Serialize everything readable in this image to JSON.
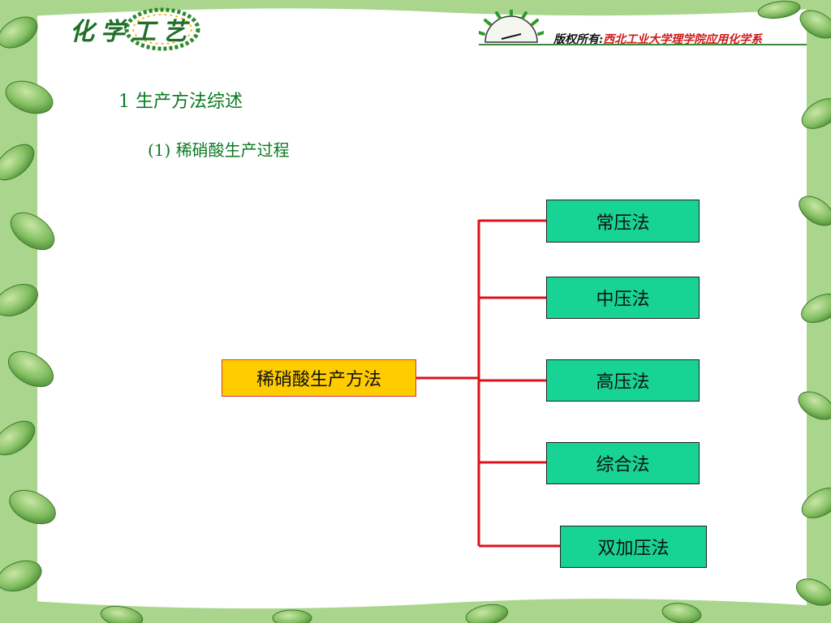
{
  "header": {
    "logo_text": "化学工艺",
    "copyright_prefix": "版权所有:",
    "copyright_institution": "西北工业大学理学院应用化学系"
  },
  "heading": "1  生产方法综述",
  "subheading": "(1)  稀硝酸生产过程",
  "diagram": {
    "root": "稀硝酸生产方法",
    "children": [
      "常压法",
      "中压法",
      "高压法",
      "综合法",
      "双加压法"
    ],
    "colors": {
      "root_fill": "#ffcc00",
      "child_fill": "#17d394",
      "connector": "#e0101a"
    }
  },
  "theme": {
    "border_leaf_color": "#8fc46a",
    "title_color": "#0a7a20"
  }
}
